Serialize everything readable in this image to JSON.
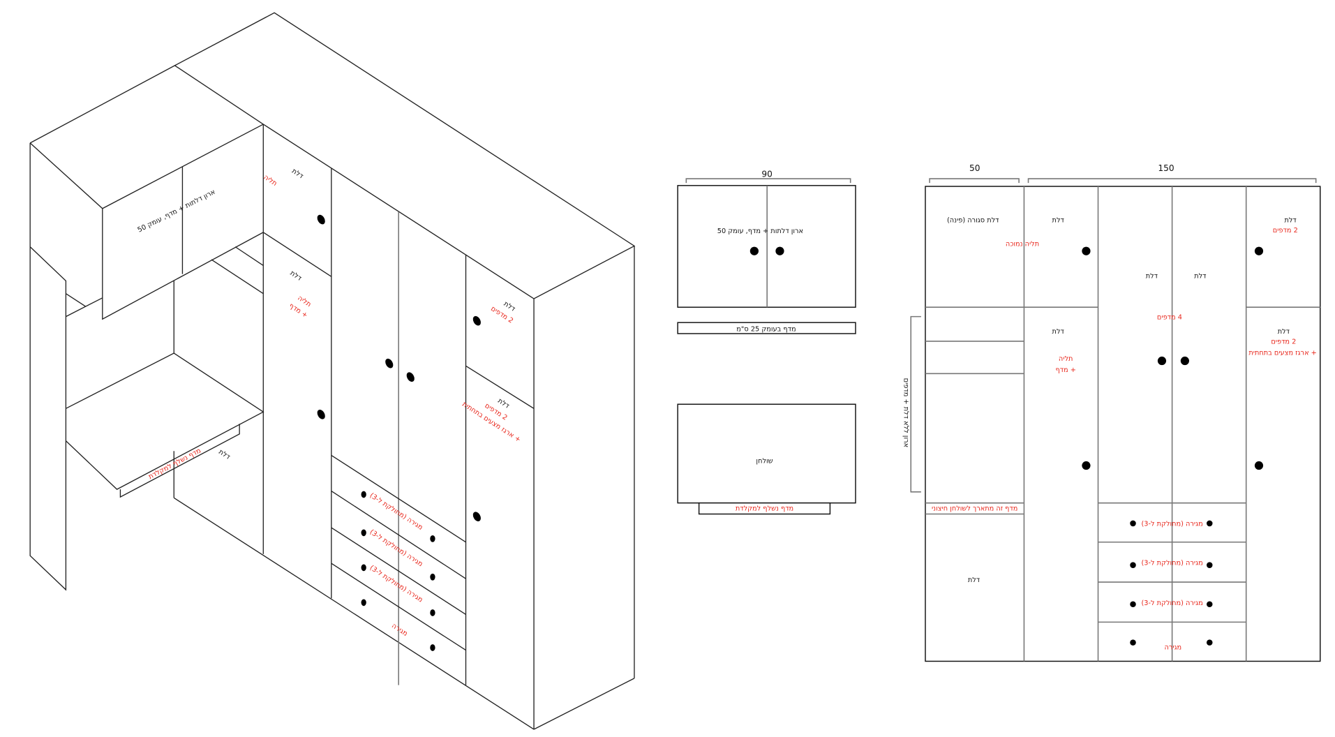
{
  "iso_view": {
    "upper_cabinet": "ארון דלתות + מדף, עומק 50",
    "door": "דלת",
    "hanging": "תליה",
    "hanging_shelf_1": "תליה",
    "hanging_shelf_2": "+ מדף",
    "right_upper_door": "דלת",
    "right_upper_shelves": "2 מדפים",
    "right_lower_door": "דלת",
    "right_lower_shelves": "2 מדפים",
    "right_lower_organizer": "+ ארגז מצעים בתחתית",
    "keyboard_tray": "מדף נשלף למקלדת",
    "desk_door": "דלת",
    "drawer_split": "מגירה (מחולקת ל-3)",
    "drawer": "מגירה"
  },
  "desk_elevation": {
    "width_dim": "90",
    "cabinet_label": "ארון דלתות + מדף, עומק 50",
    "shelf_label": "מדף בעומק 25 ס\"מ",
    "desk_label": "שולחן",
    "tray_label": "מדף נשלף למקלדת"
  },
  "wardrobe_elevation": {
    "left_dim": "50",
    "main_dim": "150",
    "corner_door": "דלת סגורה (פינה)",
    "low_hanging": "תליה נמוכה",
    "col2_top_door": "דלת",
    "col2_bottom_door": "דלת",
    "col2_hanging": "תליה",
    "col2_shelf": "+ מדף",
    "center_door_left": "דלת",
    "center_door_right": "דלת",
    "center_shelves": "4 מדפים",
    "col5_top_door": "דלת",
    "col5_top_shelves": "2 מדפים",
    "col5_bottom_door": "דלת",
    "col5_bottom_shelves": "2 מדפים",
    "col5_bottom_organizer": "+ ארגז מצעים בתחתית",
    "open_section_label": "ארון ללא דלת + מדפים",
    "extension_shelf": "מדף זה מתארך לשולחן חיצוני",
    "bottom_left_door": "דלת",
    "drawers": [
      "מגירה (מחולקת ל-3)",
      "מגירה (מחולקת ל-3)",
      "מגירה (מחולקת ל-3)",
      "מגירה"
    ]
  }
}
